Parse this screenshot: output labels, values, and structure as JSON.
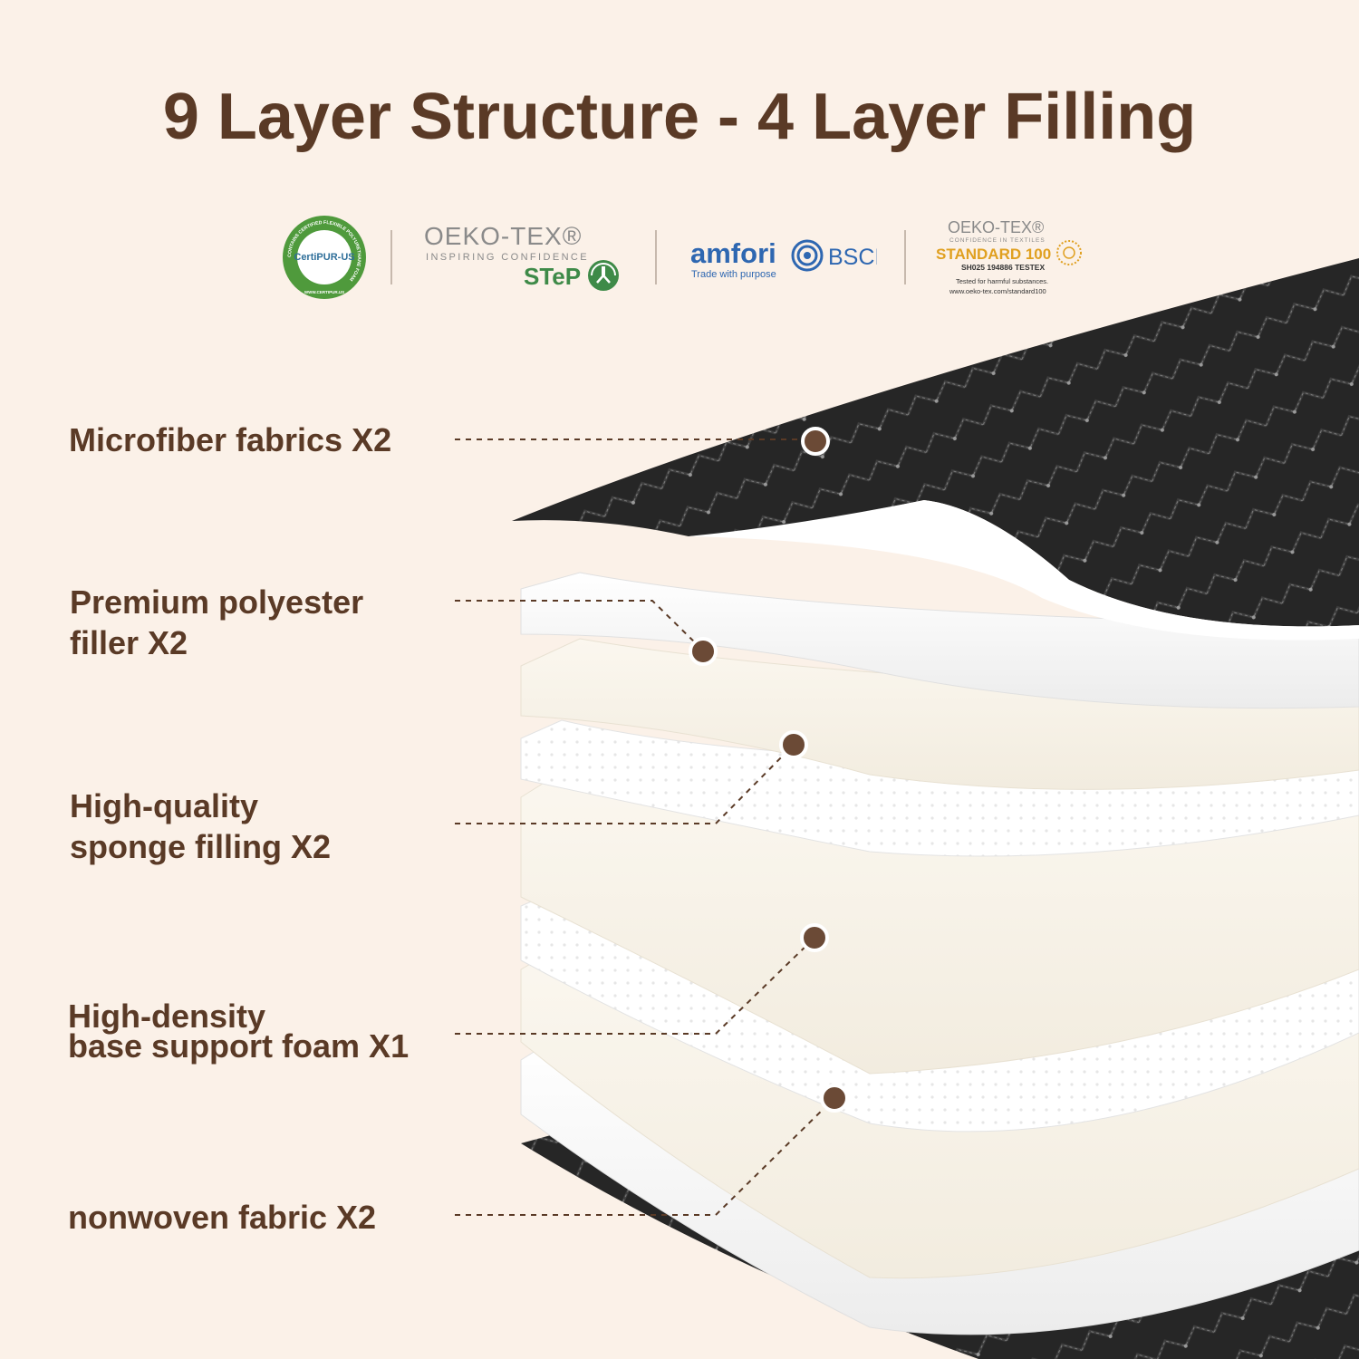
{
  "title": "9 Layer Structure - 4 Layer Filling",
  "colors": {
    "background": "#fbf1e8",
    "brown": "#5a3a26",
    "dark_fabric": "#2a2a2a",
    "white_layer": "#ffffff",
    "cream_foam": "#f5efe3"
  },
  "certifications": {
    "certipur": {
      "name": "CertiPUR-US",
      "ring_text": "CONTAINS CERTIFIED FLEXIBLE POLYURETHANE FOAM",
      "url": "WWW.CERTIPUR.US"
    },
    "oeko_step": {
      "brand": "OEKO-TEX®",
      "tagline": "INSPIRING CONFIDENCE",
      "mark": "STeP"
    },
    "amfori": {
      "brand": "amfori",
      "suffix": "BSCI",
      "tagline": "Trade with purpose"
    },
    "oeko_standard": {
      "brand": "OEKO-TEX®",
      "tagline": "CONFIDENCE IN TEXTILES",
      "standard": "STANDARD 100",
      "code": "SH025 194886 TESTEX",
      "tested": "Tested for harmful substances.",
      "url": "www.oeko-tex.com/standard100"
    }
  },
  "labels": {
    "microfiber": "Microfiber fabrics X2",
    "polyester_1": "Premium polyester",
    "polyester_2": "filler X2",
    "sponge_1": "High-quality",
    "sponge_2": "sponge filling X2",
    "foam_1": "High-density",
    "foam_2": "base support foam X1",
    "nonwoven": "nonwoven fabric X2"
  }
}
